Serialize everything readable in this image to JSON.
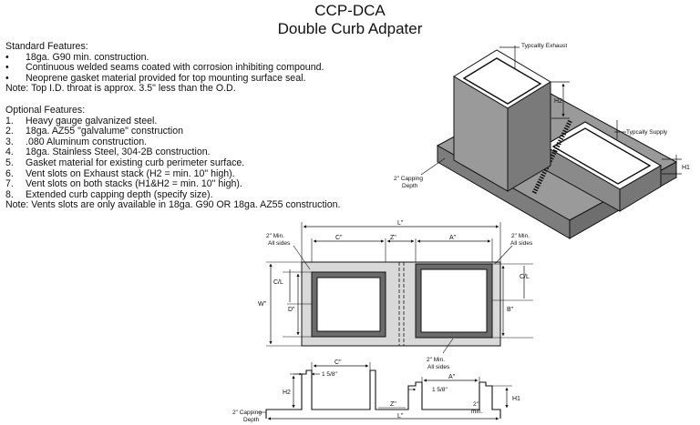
{
  "title": {
    "line1": "CCP-DCA",
    "line2": "Double Curb Adpater"
  },
  "standard_features": {
    "heading": "Standard Features:",
    "items": [
      "18ga. G90 min. construction.",
      "Continuous welded seams coated with corrosion inhibiting compound.",
      "Neoprene gasket material provided for top mounting surface seal."
    ],
    "note": "Note: Top I.D. throat is approx. 3.5\" less than the O.D."
  },
  "optional_features": {
    "heading": "Optional Features:",
    "items": [
      {
        "num": "1.",
        "text": "Heavy gauge galvanized steel."
      },
      {
        "num": "2.",
        "text": "18ga. AZ55 \"galvalume\" construction"
      },
      {
        "num": "3.",
        "text": ".080 Aluminum construction."
      },
      {
        "num": "4.",
        "text": "18ga. Stainless Steel, 304-2B construction."
      },
      {
        "num": "5.",
        "text": "Gasket material for existing curb perimeter surface."
      },
      {
        "num": "6.",
        "text": "Vent slots on Exhaust stack (H2 = min. 10\" high)."
      },
      {
        "num": "7.",
        "text": "Vent slots on both stacks (H1&H2 = min. 10\" high)."
      },
      {
        "num": "8.",
        "text": "Extended curb capping depth (specify size)."
      }
    ],
    "note": "Note: Vents slots are only available in 18ga. G90 OR 18ga. AZ55 construction."
  },
  "iso_labels": {
    "exhaust": "Typcallly Exhaust",
    "supply": "Typcally Supply",
    "h2": "H2",
    "h1": "H1",
    "capping_line1": "2\" Capping",
    "capping_line2": "Depth"
  },
  "plan_labels": {
    "L": "L\"",
    "C": "C\"",
    "Z": "Z\"",
    "A": "A\"",
    "W": "W\"",
    "D": "D\"",
    "B": "B\"",
    "CL_left": "C/L",
    "CL_right": "C/L",
    "min_left_line1": "2\" Min.",
    "min_left_line2": "All sides",
    "min_right_line1": "2\" Min.",
    "min_right_line2": "All sides",
    "min_bottom_line1": "2\" Min.",
    "min_bottom_line2": "All sides"
  },
  "section_labels": {
    "C": "C\"",
    "A": "A\"",
    "Z": "Z\"",
    "L": "L\"",
    "H2": "H2",
    "H1": "H1",
    "flange_left": "1 5/8\"",
    "flange_right": "1 5/8\"",
    "min_line1": "2\"",
    "min_line2": "min.",
    "capping_line1": "2\" Capping",
    "capping_line2": "Depth"
  },
  "colors": {
    "gray": "#9a9a9a",
    "light_gray": "#d9d9d9",
    "frame": "#6b6b6b",
    "line": "#111111"
  }
}
